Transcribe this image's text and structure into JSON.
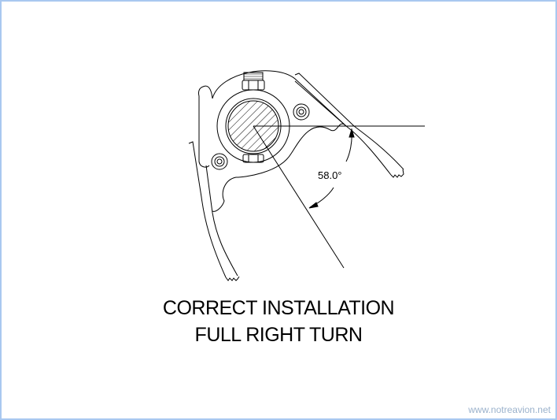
{
  "diagram": {
    "angle_label": "58.0°",
    "angle_degrees": 58.0,
    "caption_line1": "CORRECT INSTALLATION",
    "caption_line2": "FULL RIGHT TURN"
  },
  "watermark": "www.notreavion.net",
  "colors": {
    "border": "#a9c8f0",
    "ink": "#000000",
    "watermark": "#9bb2cc"
  }
}
